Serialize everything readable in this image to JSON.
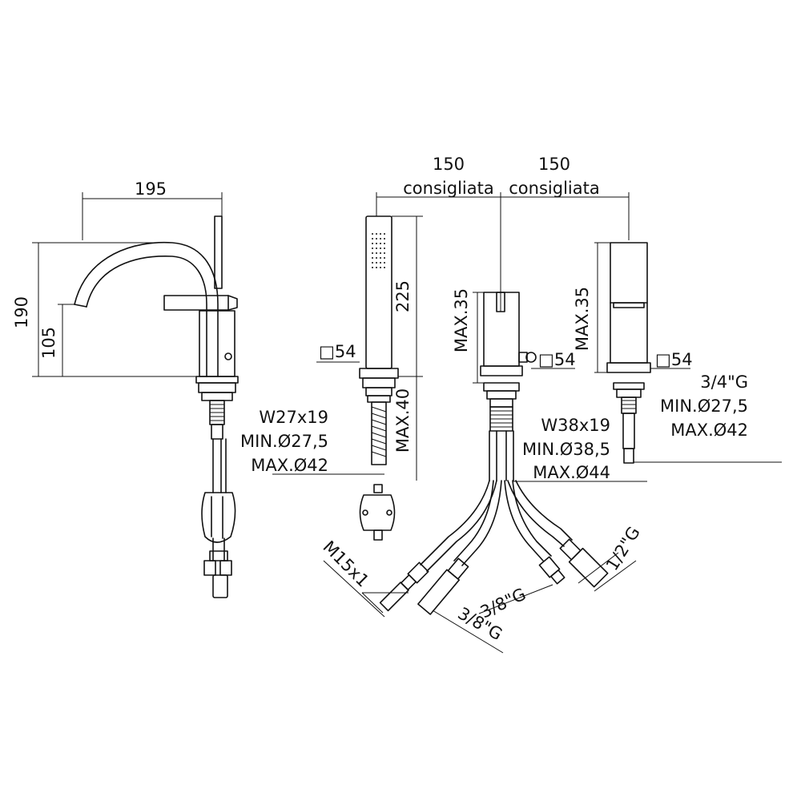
{
  "dimensions": {
    "spout_reach": "195",
    "total_height": "190",
    "spout_height": "105",
    "fixing_left_1": "W27x19",
    "fixing_left_2": "MIN.Ø27,5",
    "fixing_left_3": "MAX.Ø42",
    "hand_shower_length": "225",
    "hand_shower_base": "□54",
    "max_40": "MAX.40",
    "spacing_left_value": "150",
    "spacing_left_note": "consigliata",
    "spacing_right_value": "150",
    "spacing_right_note": "consigliata",
    "mixer_max": "MAX.35",
    "mixer_base": "□54",
    "fixing_center_1": "W38x19",
    "fixing_center_2": "MIN.Ø38,5",
    "fixing_center_3": "MAX.Ø44",
    "diverter_max": "MAX.35",
    "diverter_base": "□54",
    "fixing_right_1": "3/4\"G",
    "fixing_right_2": "MIN.Ø27,5",
    "fixing_right_3": "MAX.Ø42",
    "conn_m15": "M15x1",
    "conn_38_outer": "3/8\"G",
    "conn_38_inner": "3/8\"G",
    "conn_12": "1/2\"G"
  }
}
